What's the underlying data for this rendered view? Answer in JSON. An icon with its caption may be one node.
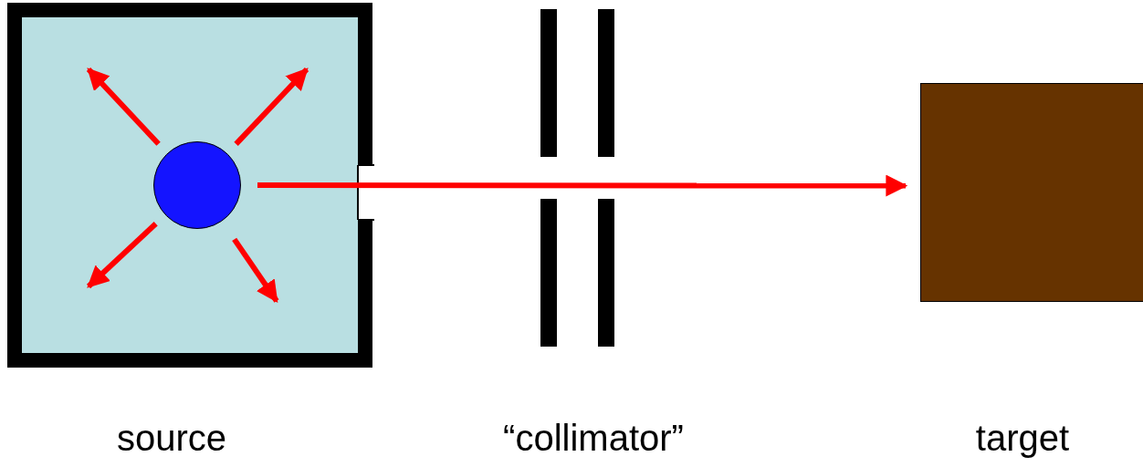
{
  "diagram": {
    "nodes": [
      {
        "text": [],
        "shape": "box",
        "beside": [
          "source"
        ]
      },
      {
        "text": [],
        "shape": "circle",
        "in": 0
      },
      {
        "text": [],
        "shape": "box",
        "beside": [
          "target"
        ]
      }
    ],
    "edges": [
      {
        "from": 1,
        "to": null,
        "arrow": "to"
      },
      {
        "from": 1,
        "to": null,
        "arrow": "to"
      },
      {
        "from": 1,
        "to": null,
        "arrow": "to"
      },
      {
        "from": 1,
        "to": null,
        "arrow": "to"
      },
      {
        "from": 1,
        "to": 2,
        "arrow": "to"
      }
    ],
    "labels": [
      "“collimator”"
    ]
  }
}
